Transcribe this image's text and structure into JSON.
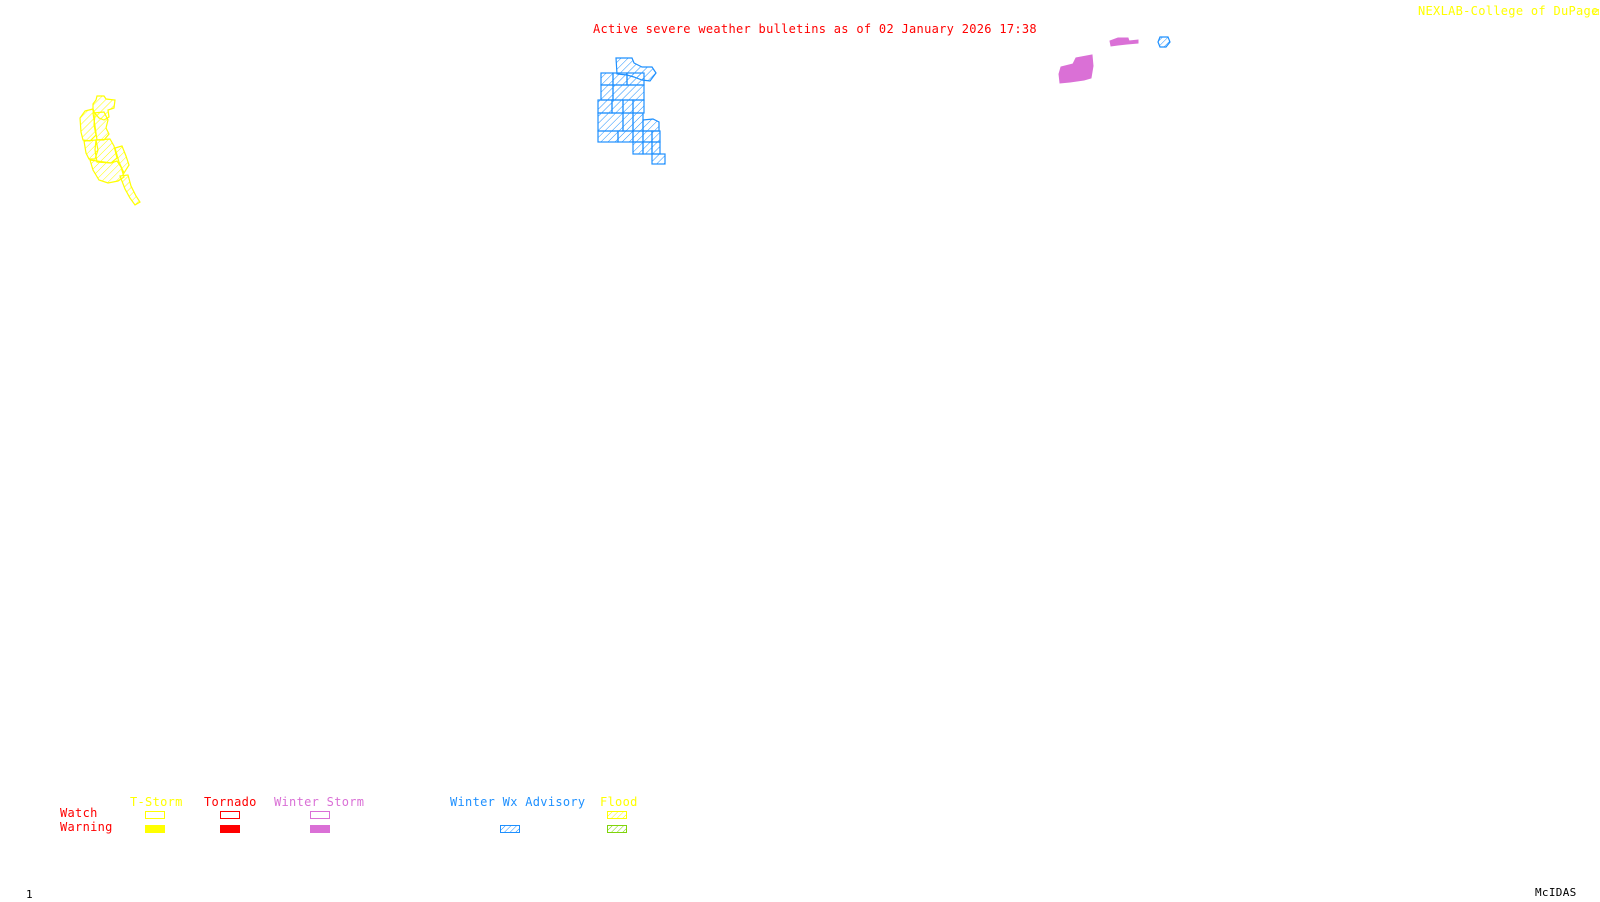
{
  "header": {
    "title": "Active severe weather bulletins as of 02 January 2026 17:38",
    "credit": "NEXLAB-College of DuPage"
  },
  "footer": {
    "frame_number": "1",
    "software": "McIDAS"
  },
  "legend": {
    "row_labels": {
      "watch": "Watch",
      "warning": "Warning"
    },
    "categories": [
      {
        "label": "T-Storm",
        "color": "#ffff00",
        "watch_style": "outline",
        "warning_style": "filled",
        "watch_color": "#ffff00",
        "warning_color": "#ffff00"
      },
      {
        "label": "Tornado",
        "color": "#ff0000",
        "watch_style": "outline",
        "warning_style": "filled",
        "watch_color": "#ff0000",
        "warning_color": "#ff0000"
      },
      {
        "label": "Winter Storm",
        "color": "#da70d6",
        "watch_style": "outline",
        "warning_style": "filled",
        "watch_color": "#da70d6",
        "warning_color": "#da70d6"
      },
      {
        "label": "Winter Wx Advisory",
        "color": "#1e90ff",
        "watch_style": "none",
        "warning_style": "hatched",
        "warning_color": "#1e90ff"
      },
      {
        "label": "Flood",
        "color": "#ffff00",
        "watch_style": "hatched",
        "warning_style": "hatched",
        "watch_color": "#ffff00",
        "warning_color": "#7fd40a"
      }
    ]
  },
  "map": {
    "regions": [
      {
        "type": "Flood Watch",
        "color": "#ffff00",
        "style": "hatched",
        "area": "west-coast"
      },
      {
        "type": "Winter Wx Advisory",
        "color": "#1e90ff",
        "style": "hatched",
        "area": "upper-midwest"
      },
      {
        "type": "Winter Storm Warning",
        "color": "#da70d6",
        "style": "filled",
        "area": "northeast"
      },
      {
        "type": "Winter Wx Advisory",
        "color": "#1e90ff",
        "style": "hatched",
        "area": "northeast-small"
      }
    ]
  },
  "colors": {
    "title": "#ff0000",
    "credit": "#ffff00",
    "background": "#ffffff"
  }
}
